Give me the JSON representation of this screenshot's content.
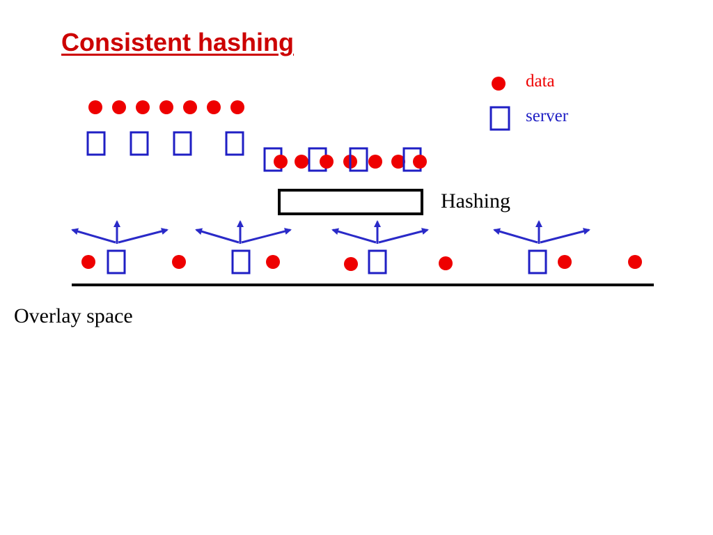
{
  "title": "Consistent hashing",
  "legend": {
    "data_label": "data",
    "server_label": "server",
    "data_icon": "red-dot-icon",
    "server_icon": "blue-square-icon"
  },
  "hash_box_label": "Hashing",
  "overlay_label": "Overlay space",
  "colors": {
    "title": "#cc0000",
    "data": "#ee0000",
    "server": "#1f1fc4",
    "arrow": "#2a2ac8",
    "text": "#000000",
    "line": "#000000"
  }
}
